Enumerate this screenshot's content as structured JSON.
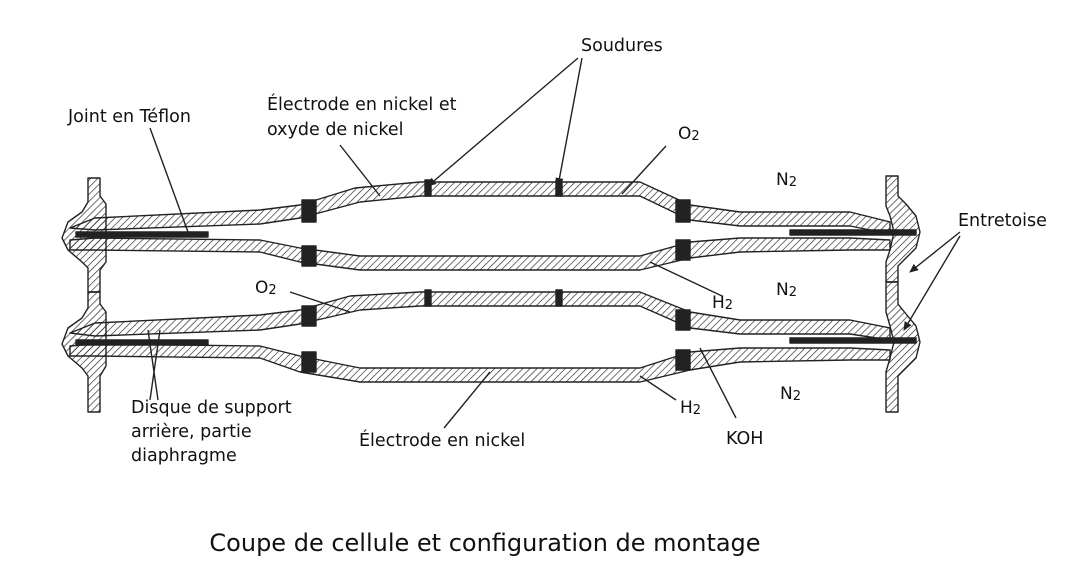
{
  "title": "Coupe de cellule et configuration de montage",
  "labels": {
    "soudures": "Soudures",
    "joint": "Joint en Téflon",
    "electrode_top_1": "Électrode en nickel et",
    "electrode_top_2": "oxyde de nickel",
    "entretoise": "Entretoise",
    "disque_1": "Disque de support",
    "disque_2": "arrière, partie",
    "disque_3": "diaphragme",
    "electrode_bottom": "Électrode en nickel",
    "koh": "KOH"
  },
  "gases": {
    "o2_top": {
      "sym": "O",
      "sub": "2"
    },
    "n2_top": {
      "sym": "N",
      "sub": "2"
    },
    "o2_mid": {
      "sym": "O",
      "sub": "2"
    },
    "h2_mid": {
      "sym": "H",
      "sub": "2"
    },
    "n2_mid": {
      "sym": "N",
      "sub": "2"
    },
    "h2_bot": {
      "sym": "H",
      "sub": "2"
    },
    "n2_bot": {
      "sym": "N",
      "sub": "2"
    }
  }
}
